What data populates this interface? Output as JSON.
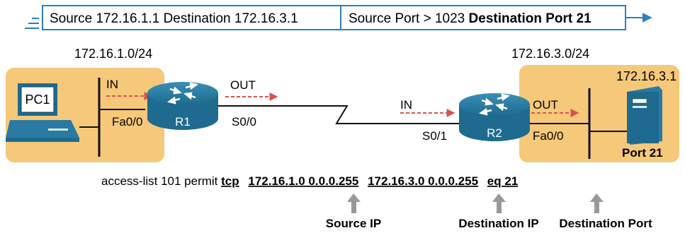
{
  "packet": {
    "src_dst": "Source 172.16.1.1 Destination 172.16.3.1",
    "port_prefix": "Source Port > 1023 ",
    "port_bold": "Destination Port 21"
  },
  "left_subnet": "172.16.1.0/24",
  "right_subnet": "172.16.3.0/24",
  "pc_label": "PC1",
  "server_ip": "172.16.3.1",
  "server_port": "Port 21",
  "r1": {
    "name": "R1",
    "in_label": "IN",
    "out_label": "OUT",
    "lan_if": "Fa0/0",
    "wan_if": "S0/0"
  },
  "r2": {
    "name": "R2",
    "in_label": "IN",
    "out_label": "OUT",
    "lan_if": "Fa0/0",
    "wan_if": "S0/1"
  },
  "acl": {
    "prefix": "access-list 101 permit ",
    "protocol": "tcp",
    "source": "172.16.1.0 0.0.0.255",
    "destination": "172.16.3.0 0.0.0.255",
    "port": "eq 21"
  },
  "callouts": {
    "source": "Source IP",
    "destination": "Destination IP",
    "port": "Destination Port"
  },
  "colors": {
    "lan_fill": "#f6c879",
    "router": "#1e6b8f",
    "arrow_red": "#d9534f",
    "packet_arrow": "#2b7fbd",
    "callout_arrow": "#999999"
  }
}
